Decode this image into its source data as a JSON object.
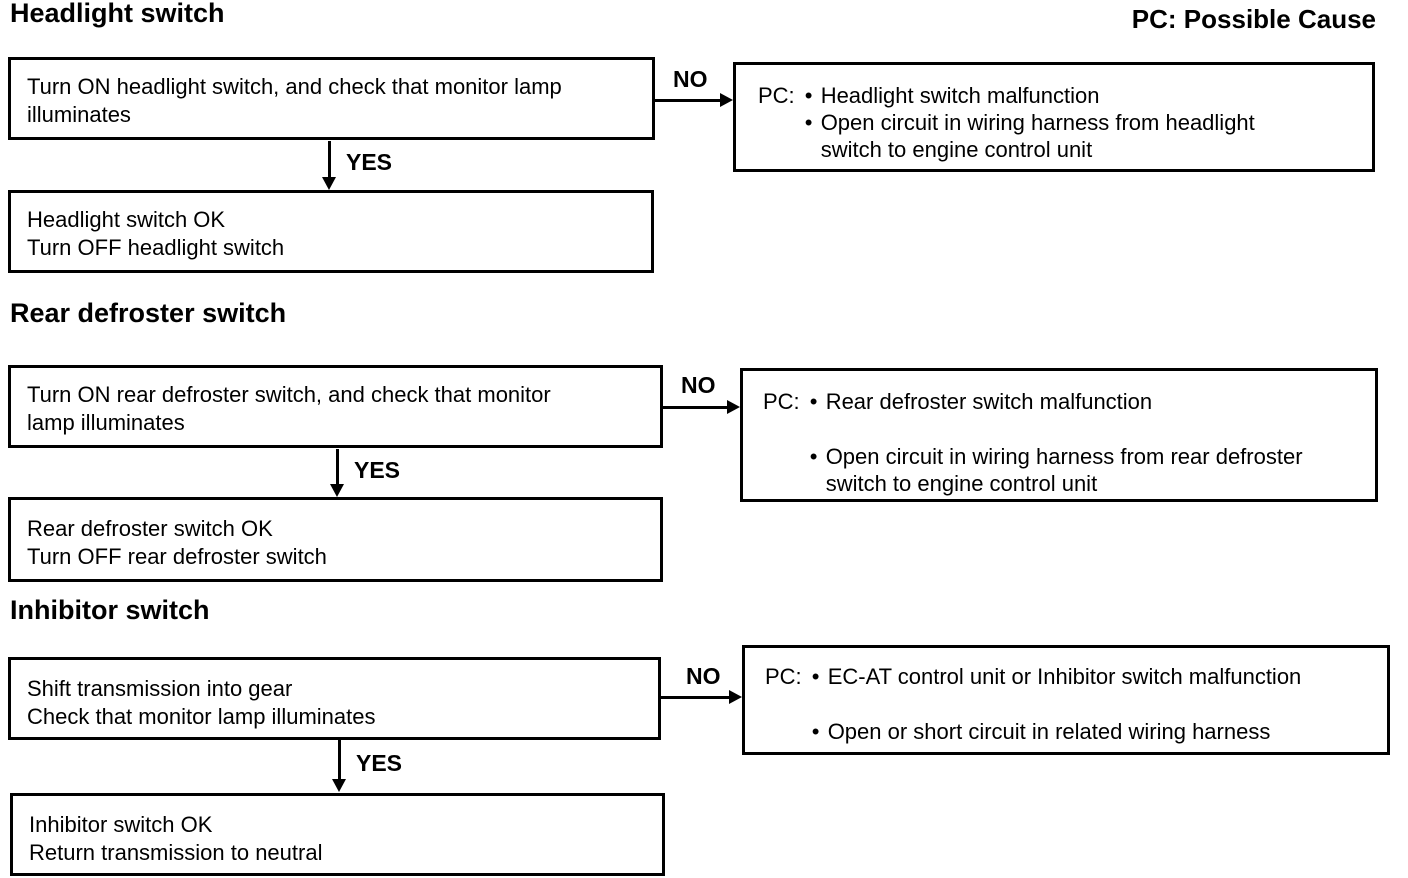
{
  "legend": "PC: Possible Cause",
  "labels": {
    "yes": "YES",
    "no": "NO",
    "pc_prefix": "PC:",
    "bullet": "•"
  },
  "sections": [
    {
      "heading": "Headlight switch",
      "test": {
        "lines": [
          "Turn ON headlight switch, and check that monitor lamp",
          "illuminates"
        ]
      },
      "result": {
        "lines": [
          "Headlight switch OK",
          "Turn OFF headlight switch"
        ]
      },
      "pc": {
        "causes": [
          {
            "lines": [
              "Headlight switch malfunction"
            ]
          },
          {
            "lines": [
              "Open circuit in wiring harness from headlight",
              "switch to engine control unit"
            ]
          }
        ]
      }
    },
    {
      "heading": "Rear defroster switch",
      "test": {
        "lines": [
          "Turn ON rear defroster switch, and check that monitor",
          "lamp illuminates"
        ]
      },
      "result": {
        "lines": [
          "Rear defroster switch OK",
          "Turn OFF rear defroster switch"
        ]
      },
      "pc": {
        "causes": [
          {
            "lines": [
              "Rear defroster switch malfunction"
            ]
          },
          {
            "lines": [
              "Open circuit in wiring harness from rear defroster",
              "switch to engine control unit"
            ]
          }
        ]
      }
    },
    {
      "heading": "Inhibitor switch",
      "test": {
        "lines": [
          "Shift transmission into gear",
          "Check that monitor lamp illuminates"
        ]
      },
      "result": {
        "lines": [
          "Inhibitor switch OK",
          "Return transmission to neutral"
        ]
      },
      "pc": {
        "causes": [
          {
            "lines": [
              "EC-AT control unit or Inhibitor switch malfunction"
            ]
          },
          {
            "lines": [
              "Open or short circuit in related wiring harness"
            ]
          }
        ]
      }
    }
  ]
}
